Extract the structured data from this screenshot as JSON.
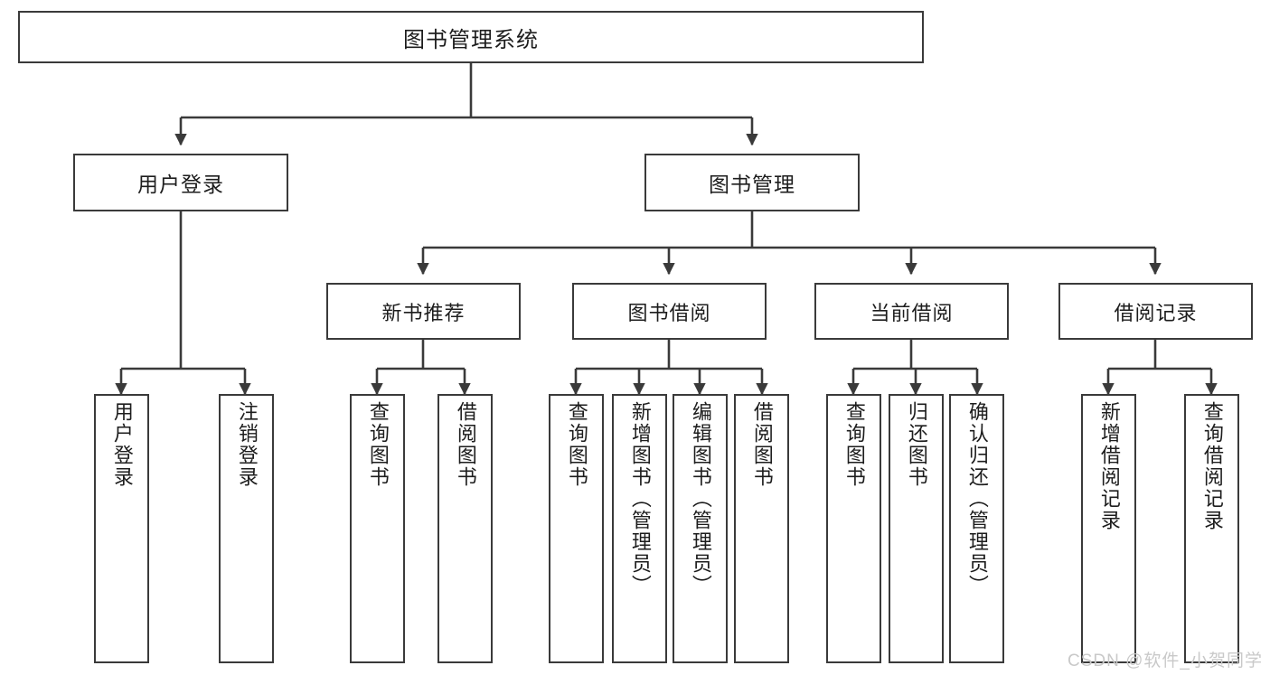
{
  "diagram": {
    "title": "图书管理系统",
    "type": "tree",
    "watermark": "CSDN @软件_小贺同学",
    "colors": {
      "box_border": "#3a3a3a",
      "box_fill": "#ffffff",
      "connector": "#3a3a3a",
      "text": "#1d1d1d",
      "watermark": "#c9c9c9",
      "background": "#ffffff"
    },
    "root": {
      "label": "图书管理系统"
    },
    "level2": [
      {
        "label": "用户登录"
      },
      {
        "label": "图书管理"
      }
    ],
    "level3": [
      {
        "label": "新书推荐"
      },
      {
        "label": "图书借阅"
      },
      {
        "label": "当前借阅"
      },
      {
        "label": "借阅记录"
      }
    ],
    "leaves": {
      "user_login": [
        {
          "label": "用户登录"
        },
        {
          "label": "注销登录"
        }
      ],
      "new_book_recommend": [
        {
          "label": "查询图书"
        },
        {
          "label": "借阅图书"
        }
      ],
      "book_borrow": [
        {
          "label": "查询图书"
        },
        {
          "label": "新增图书（管理员）"
        },
        {
          "label": "编辑图书（管理员）"
        },
        {
          "label": "借阅图书"
        }
      ],
      "current_borrow": [
        {
          "label": "查询图书"
        },
        {
          "label": "归还图书"
        },
        {
          "label": "确认归还（管理员）"
        }
      ],
      "borrow_record": [
        {
          "label": "新增借阅记录"
        },
        {
          "label": "查询借阅记录"
        }
      ]
    }
  }
}
